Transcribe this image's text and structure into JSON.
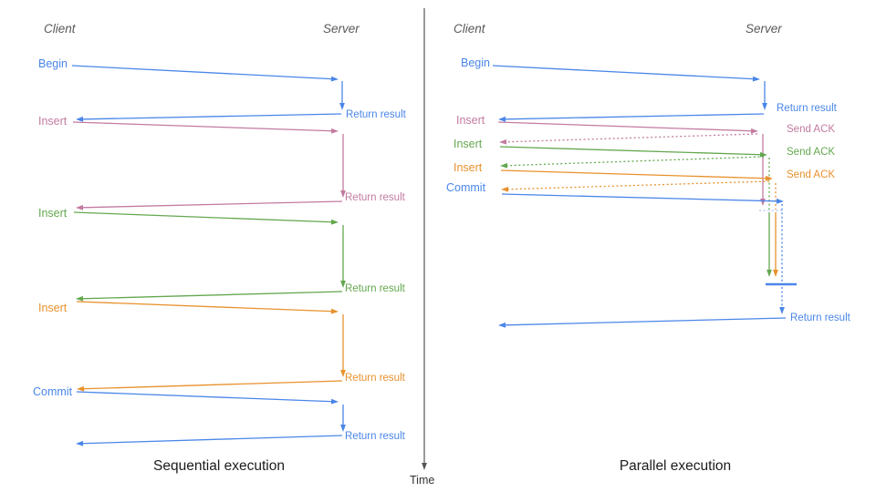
{
  "palette": {
    "blue": "#4a86e8",
    "pink": "#c27ba0",
    "green": "#64a84f",
    "orange": "#e8912d",
    "lightblue": "#9ab8ee",
    "axis": "#555555",
    "header": "#595959",
    "title": "#1c1c1c",
    "time": "#333333"
  },
  "time_axis": {
    "label": "Time"
  },
  "left": {
    "client": "Client",
    "server": "Server",
    "title": "Sequential execution",
    "ops": [
      {
        "label": "Begin",
        "result": "Return result"
      },
      {
        "label": "Insert",
        "result": "Return result"
      },
      {
        "label": "Insert",
        "result": "Return result"
      },
      {
        "label": "Insert",
        "result": "Return result"
      },
      {
        "label": "Commit",
        "result": "Return result"
      }
    ]
  },
  "right": {
    "client": "Client",
    "server": "Server",
    "title": "Parallel execution",
    "ops": [
      {
        "label": "Begin",
        "result": "Return result"
      },
      {
        "label": "Insert",
        "result": "Send ACK"
      },
      {
        "label": "Insert",
        "result": "Send ACK"
      },
      {
        "label": "Insert",
        "result": "Send ACK"
      },
      {
        "label": "Commit",
        "result": ""
      }
    ],
    "final_result": "Return result"
  }
}
